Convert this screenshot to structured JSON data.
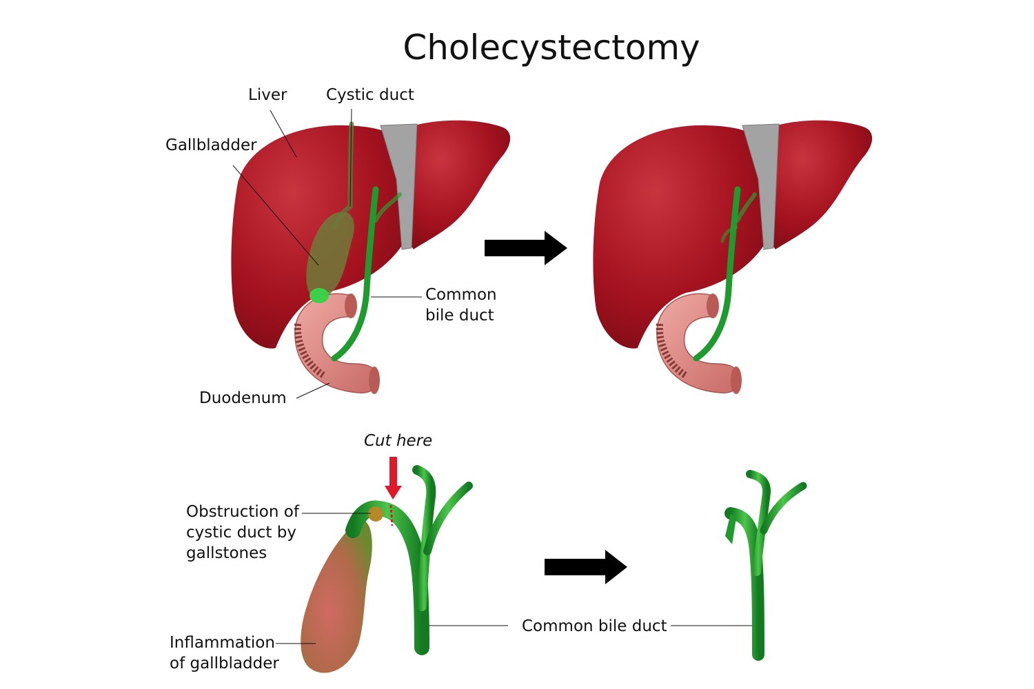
{
  "title": "Cholecystectomy",
  "labels": {
    "liver": "Liver",
    "cystic_duct": "Cystic duct",
    "gallbladder": "Gallbladder",
    "common_bile_duct_line1": "Common",
    "common_bile_duct_line2": "bile duct",
    "duodenum": "Duodenum",
    "cut_here": "Cut here",
    "obstruction_line1": "Obstruction of",
    "obstruction_line2": "cystic duct by",
    "obstruction_line3": "gallstones",
    "inflammation_line1": "Inflammation",
    "inflammation_line2": "of gallbladder",
    "common_bile_duct_bottom": "Common bile duct"
  },
  "colors": {
    "liver": "#a5121f",
    "liver_highlight": "#c8353f",
    "ligament": "#9a9a9a",
    "duct_green": "#1f9a2e",
    "duct_light": "#5fcf5a",
    "gallbladder": "#6f7a3a",
    "inflamed": "#c8605a",
    "duodenum": "#e59a93",
    "duodenum_dark": "#b85a56",
    "cut_arrow": "#e0192a",
    "arrow": "#000000"
  }
}
